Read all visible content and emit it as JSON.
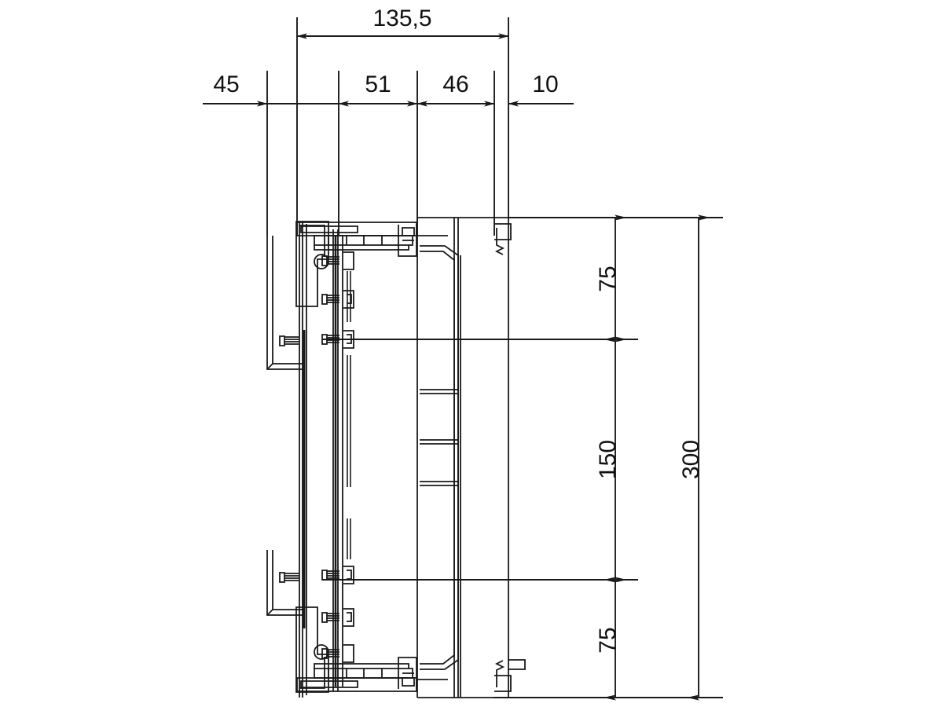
{
  "drawing": {
    "type": "technical-dimensioned-section-view",
    "title": "Enclosure side section view with dimensions",
    "units": "mm",
    "line_color": "#1a1a1a",
    "background_color": "#ffffff",
    "horizontal_dimensions": [
      {
        "id": "dim-135-5",
        "label": "135,5",
        "value": 135.5,
        "orientation": "horizontal",
        "position": "top"
      },
      {
        "id": "dim-45",
        "label": "45",
        "value": 45,
        "orientation": "horizontal",
        "position": "second-row"
      },
      {
        "id": "dim-51",
        "label": "51",
        "value": 51,
        "orientation": "horizontal",
        "position": "second-row"
      },
      {
        "id": "dim-46",
        "label": "46",
        "value": 46,
        "orientation": "horizontal",
        "position": "second-row"
      },
      {
        "id": "dim-10",
        "label": "10",
        "value": 10,
        "orientation": "horizontal",
        "position": "second-row"
      }
    ],
    "vertical_dimensions": [
      {
        "id": "dim-75-top",
        "label": "75",
        "value": 75,
        "orientation": "vertical",
        "position": "right-inner-upper"
      },
      {
        "id": "dim-150",
        "label": "150",
        "value": 150,
        "orientation": "vertical",
        "position": "right-inner-middle"
      },
      {
        "id": "dim-75-bottom",
        "label": "75",
        "value": 75,
        "orientation": "vertical",
        "position": "right-inner-lower"
      },
      {
        "id": "dim-300",
        "label": "300",
        "value": 300,
        "orientation": "vertical",
        "position": "right-outer-overall"
      }
    ]
  }
}
